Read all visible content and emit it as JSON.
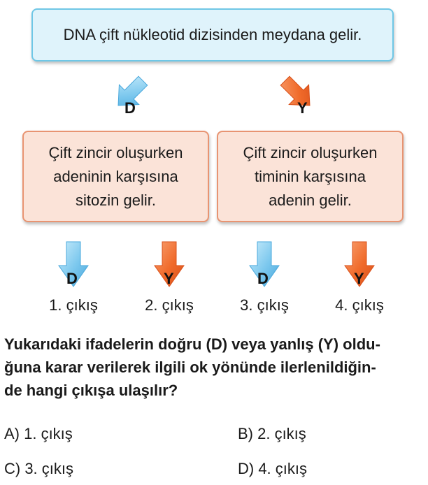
{
  "top_statement": "DNA çift nükleotid dizisinden meydana gelir.",
  "statement_left": [
    "Çift zincir oluşurken",
    "adeninin karşısına",
    "sitozin gelir."
  ],
  "statement_right": [
    "Çift zincir oluşurken",
    "timinin karşısına",
    "adenin gelir."
  ],
  "arrow_letters": {
    "true": "D",
    "false": "Y"
  },
  "exits": [
    "1. çıkış",
    "2. çıkış",
    "3. çıkış",
    "4. çıkış"
  ],
  "question_lines": [
    "Yukarıdaki ifadelerin doğru (D) veya yanlış (Y) oldu-",
    "ğuna karar verilerek ilgili ok yönünde ilerlenildiğin-",
    "de hangi çıkışa ulaşılır?"
  ],
  "options": {
    "a": "A) 1. çıkış",
    "b": "B) 2. çıkış",
    "c": "C) 3. çıkış",
    "d": "D) 4. çıkış"
  },
  "colors": {
    "true_arrow": "#7cc8ee",
    "false_arrow": "#f06a2a",
    "top_border": "#6fc7e6",
    "mid_border": "#e89472"
  }
}
